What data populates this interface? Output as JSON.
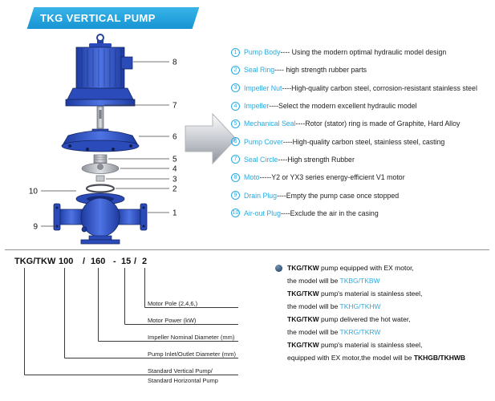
{
  "colors": {
    "accent_blue": "#29abe2",
    "banner_blue": "#1795d3",
    "pump_blue": "#2c4bbb",
    "text_dark": "#1c1c1c",
    "arrow_gray": "#c9ccd2"
  },
  "header": {
    "title": "TKG VERTICAL PUMP"
  },
  "diagram": {
    "callouts": [
      {
        "n": "8"
      },
      {
        "n": "7"
      },
      {
        "n": "6"
      },
      {
        "n": "5"
      },
      {
        "n": "4"
      },
      {
        "n": "3"
      },
      {
        "n": "2"
      },
      {
        "n": "1"
      },
      {
        "n": "10"
      },
      {
        "n": "9"
      }
    ]
  },
  "parts_list": {
    "items": [
      {
        "num": "1",
        "name": "Pump Body",
        "desc": " ---- Using the modern optimal hydraulic model design"
      },
      {
        "num": "2",
        "name": "Seal Ring",
        "desc": " ---- high strength rubber parts"
      },
      {
        "num": "3",
        "name": "Impeller Nut",
        "desc": " ----High-quality carbon steel, corrosion-resistant stainless steel"
      },
      {
        "num": "4",
        "name": "Impeller",
        "desc": " ----Select the modern excellent hydraulic model"
      },
      {
        "num": "5",
        "name": "Mechanical Seal",
        "desc": " ----Rotor (stator) ring is made of Graphite, Hard Alloy"
      },
      {
        "num": "6",
        "name": "Pump Cover",
        "desc": " ----High-quality carbon steel, stainless steel, casting"
      },
      {
        "num": "7",
        "name": "Seal Circle",
        "desc": " ----High strength Rubber"
      },
      {
        "num": "8",
        "name": "Moto",
        "desc": " -----Y2 or YX3 series energy-efficient V1 motor"
      },
      {
        "num": "9",
        "name": "Drain Plug",
        "desc": " ----Empty the pump case once stopped"
      },
      {
        "num": "10",
        "name": "Air-out Plug",
        "desc": " ----Exclude the air in the casing"
      }
    ]
  },
  "model_code": {
    "segments": [
      "TKG/TKW",
      "100",
      "/",
      "160",
      "-",
      "15",
      "/",
      "2"
    ],
    "labels": [
      "Motor Pole (2,4,6,)",
      "Motor Power  (kW)",
      "Impeller Nominal Diameter (mm)",
      "Pump Inlet/Outlet Diameter (mm)",
      "Standard Vertical Pump/",
      "Standard  Horizontal Pump"
    ]
  },
  "notes": {
    "lines": [
      {
        "bold": "TKG/TKW",
        "text": " pump equipped with EX motor,",
        "model": ""
      },
      {
        "bold": "",
        "text": "the model will be ",
        "model": "TKBG/TKBW"
      },
      {
        "bold": "TKG/TKW",
        "text": " pump's material is stainless steel,",
        "model": ""
      },
      {
        "bold": "",
        "text": "the model will be ",
        "model": "TKHG/TKHW"
      },
      {
        "bold": "TKG/TKW",
        "text": " pump delivered the hot water,",
        "model": ""
      },
      {
        "bold": "",
        "text": "the model will be ",
        "model": "TKRG/TKRW"
      },
      {
        "bold": "TKG/TKW",
        "text": " pump's material is stainless steel,",
        "model": ""
      },
      {
        "bold": "",
        "text": "equipped with EX motor,the model will be ",
        "model": "TKHGB/TKHWB"
      }
    ]
  }
}
